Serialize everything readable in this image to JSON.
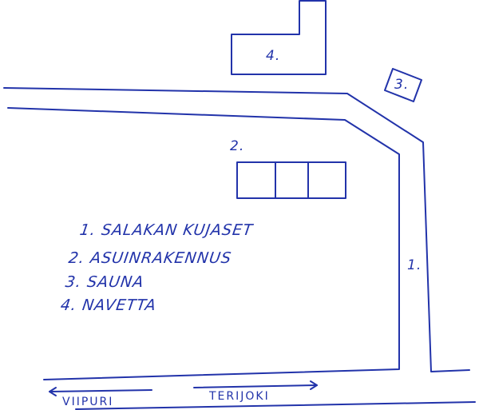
{
  "buildings": [
    {
      "number": "1.",
      "name": "SALAKAN KUJASET"
    },
    {
      "number": "2.",
      "name": "ASUINRAKENNUS"
    },
    {
      "number": "3.",
      "name": "SAUNA"
    },
    {
      "number": "4.",
      "name": "NAVETTA"
    }
  ],
  "legend": [
    "1. SALAKAN KUJASET",
    "2. ASUINRAKENNUS",
    "3. SAUNA",
    "4. NAVETTA"
  ],
  "directions": {
    "left": "VIIPURI",
    "right": "TERIJOKI"
  },
  "ink_color": "#2233aa"
}
